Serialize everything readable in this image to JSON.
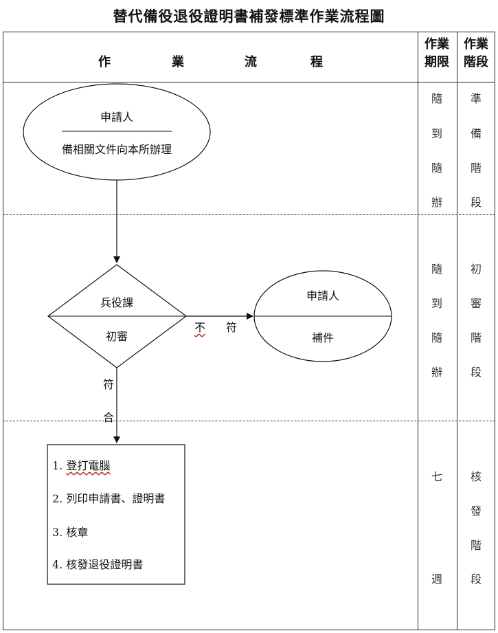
{
  "title": "替代備役退役證明書補發標準作業流程圖",
  "header": {
    "process_chars": [
      "作",
      "業",
      "流",
      "程"
    ],
    "period_label": [
      "作業",
      "期限"
    ],
    "stage_label": [
      "作業",
      "階段"
    ]
  },
  "rows": [
    {
      "period": [
        "隨",
        "到",
        "隨",
        "辦"
      ],
      "stage": [
        "準",
        "備",
        "階",
        "段"
      ]
    },
    {
      "period": [
        "隨",
        "到",
        "隨",
        "辦"
      ],
      "stage": [
        "初",
        "審",
        "階",
        "段"
      ]
    },
    {
      "period": [
        "七",
        "週"
      ],
      "stage": [
        "核",
        "發",
        "階",
        "段"
      ]
    }
  ],
  "nodes": {
    "applicant_top": "申請人",
    "applicant_bottom": "備相關文件向本所辦理",
    "review_top": "兵役課",
    "review_bottom": "初審",
    "supplement_top": "申請人",
    "supplement_bottom": "補件"
  },
  "edges": {
    "not_match": [
      "不",
      "符"
    ],
    "match": [
      "符",
      "合"
    ]
  },
  "tasks": [
    "1. 登打電腦",
    "2. 列印申請書、證明書",
    "3. 核章",
    "4. 核發退役證明書"
  ]
}
